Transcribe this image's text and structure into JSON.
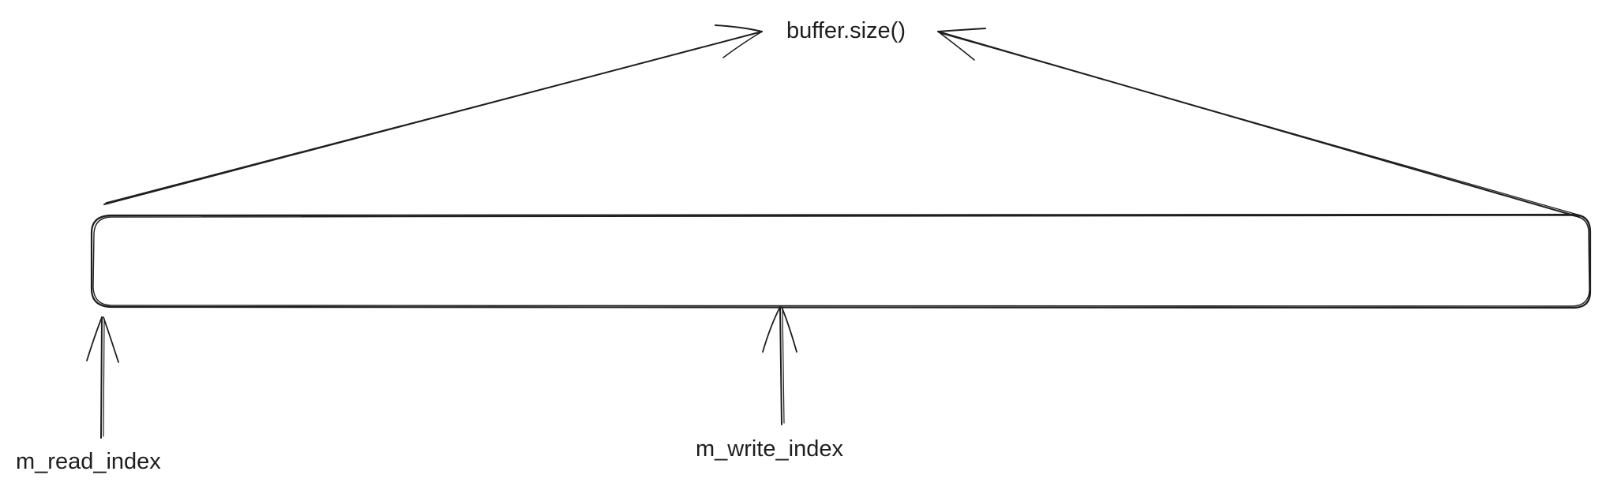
{
  "labels": {
    "buffer_size": "buffer.size()",
    "read_index": "m_read_index",
    "write_index": "m_write_index"
  },
  "colors": {
    "stroke": "#1e1e1e",
    "background": "#ffffff"
  }
}
